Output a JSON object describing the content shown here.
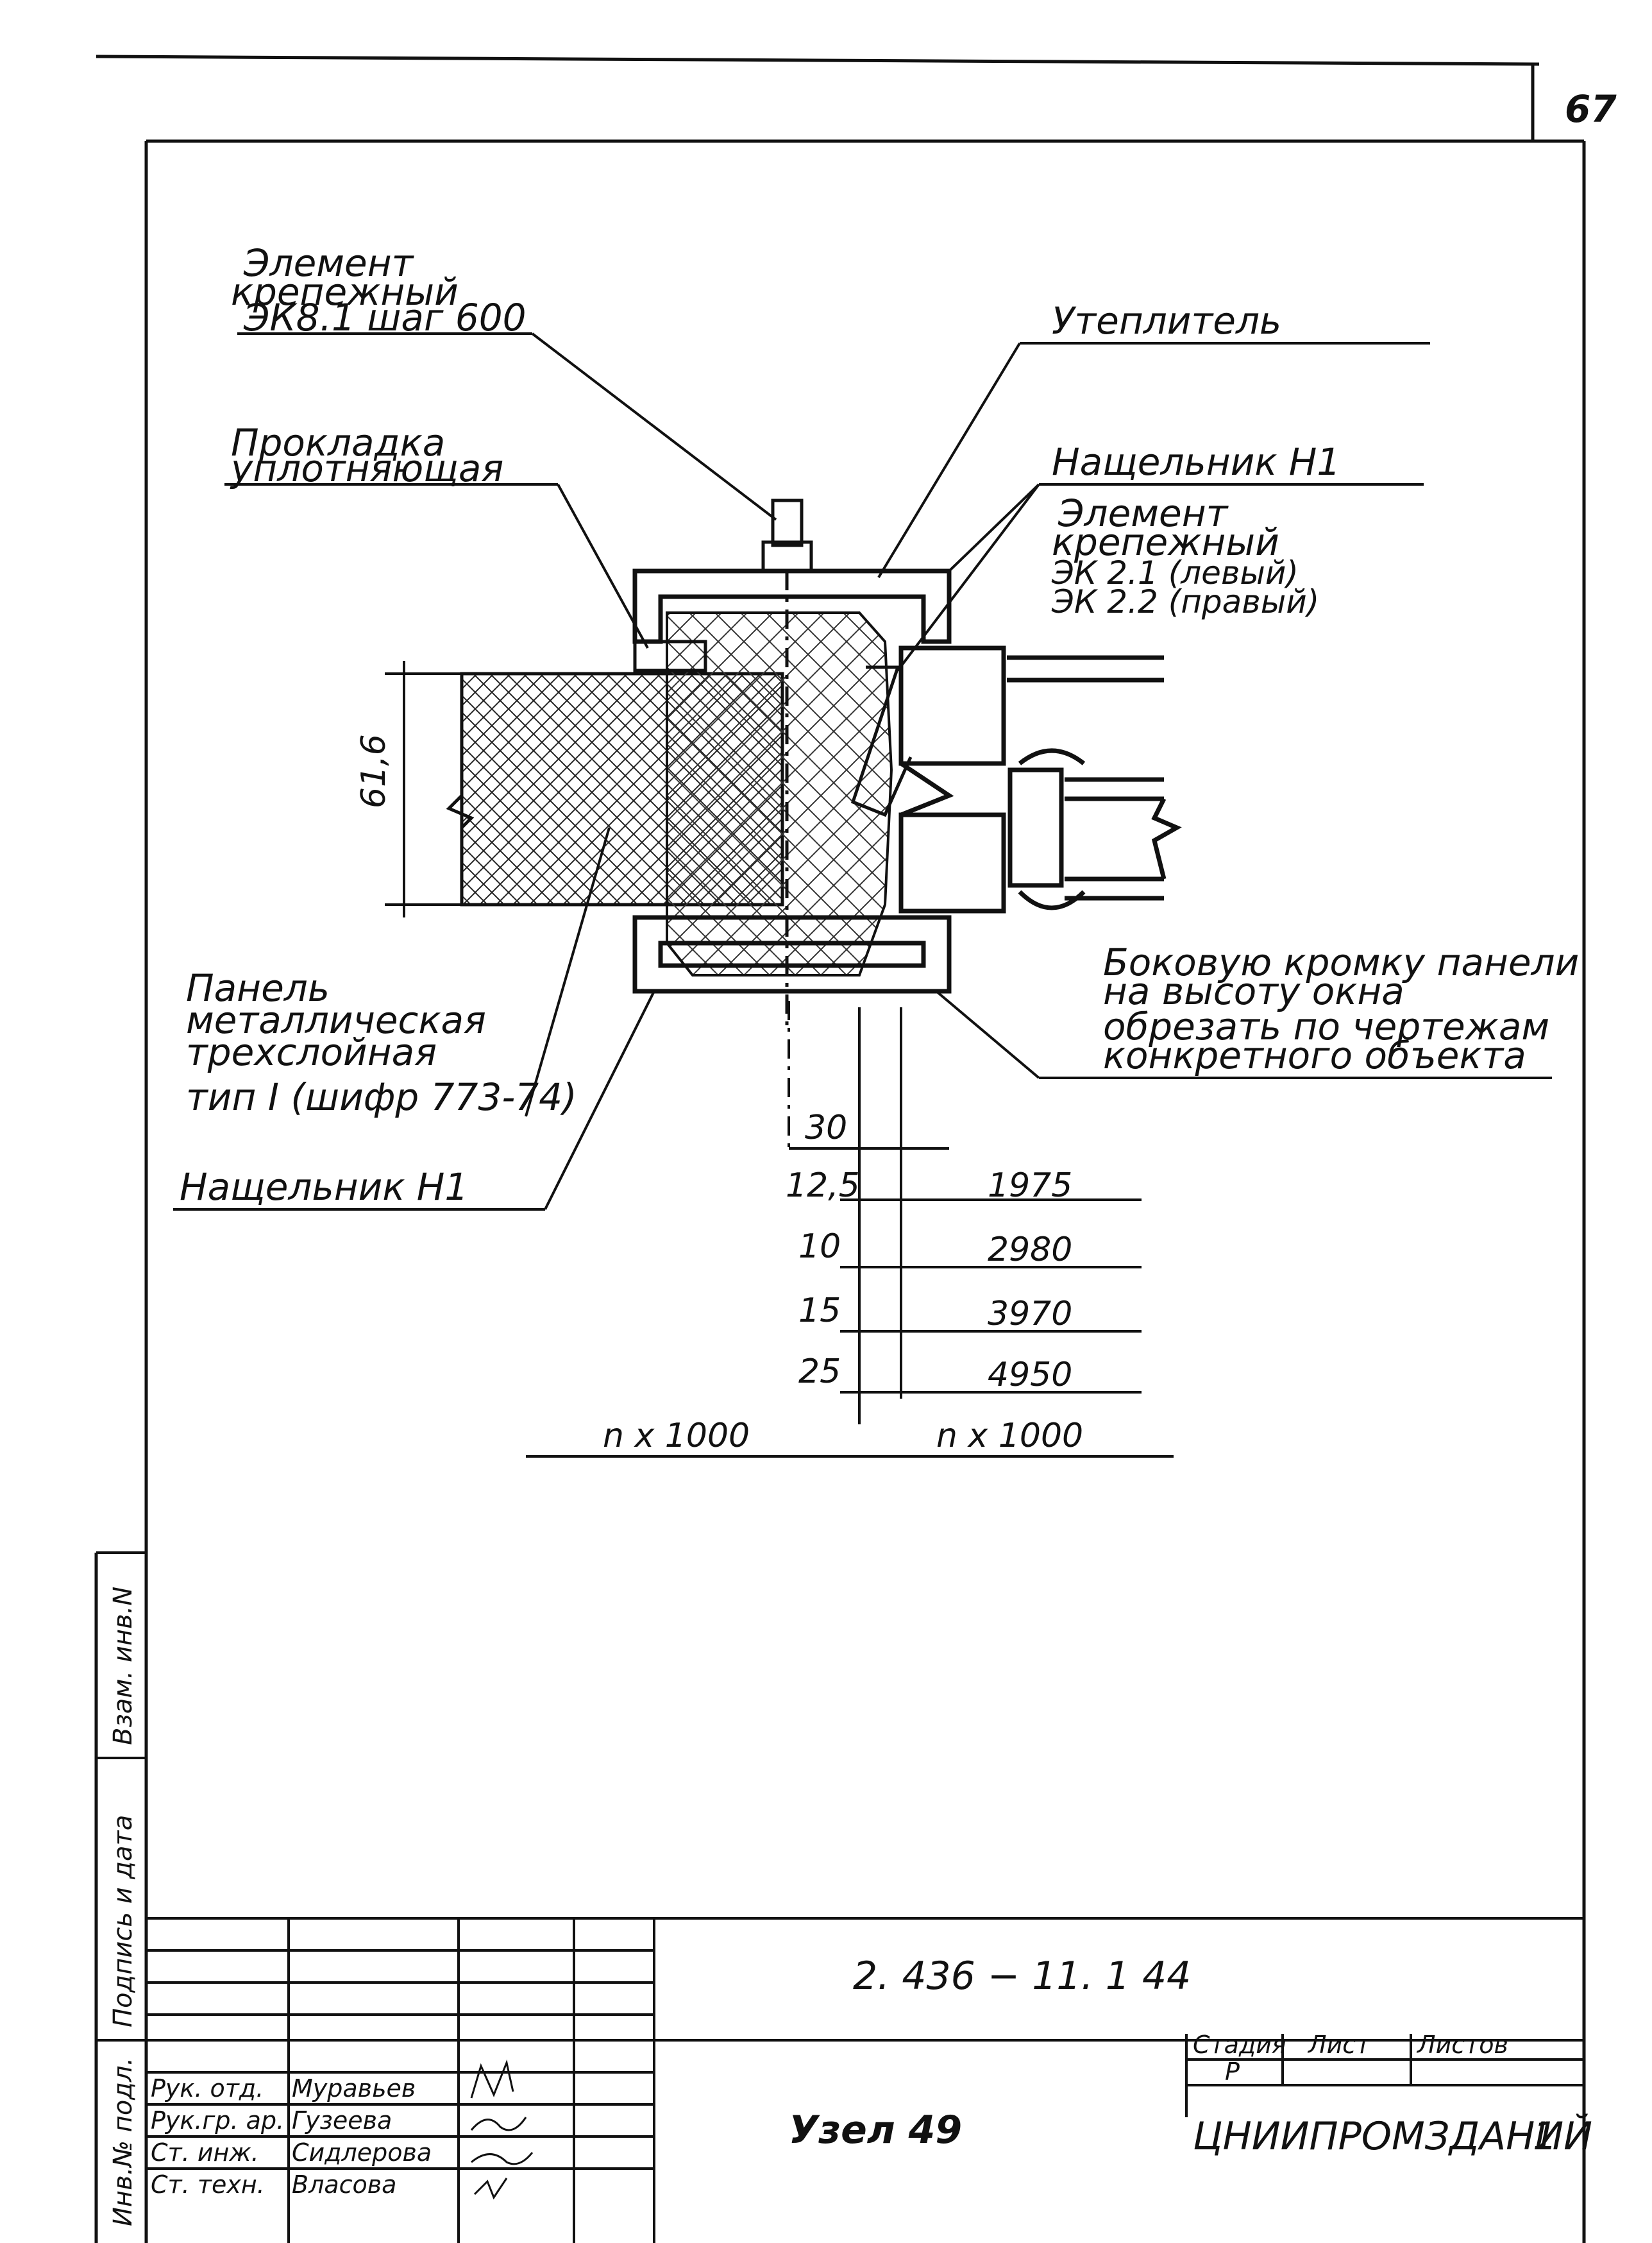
{
  "sheet": {
    "page_number": "67"
  },
  "labels": {
    "fastener_top": [
      "Элемент",
      "крепежный",
      "ЭК8.1 шаг 600"
    ],
    "insulation": "Утеплитель",
    "gasket": [
      "Прокладка",
      "уплотняющая"
    ],
    "batten_top": "Нащельник Н1",
    "fastener_right": [
      "Элемент",
      "крепежный",
      "ЭК 2.1 (левый)",
      "ЭК 2.2 (правый)"
    ],
    "panel": [
      "Панель",
      "металлическая",
      "трехслойная",
      "тип I (шифр 773-74)"
    ],
    "batten_bottom": "Нащельник Н1",
    "note": [
      "Боковую кромку панели",
      "на высоту окна",
      "обрезать по чертежам",
      "конкретного объекта"
    ]
  },
  "dimensions": {
    "thickness": "61,6",
    "offsets": [
      "30",
      "12,5",
      "10",
      "15",
      "25"
    ],
    "values": [
      "1975",
      "2980",
      "3970",
      "4950"
    ],
    "module_left": "n x 1000",
    "module_right": "n x 1000"
  },
  "side_stamp": [
    "Инв.№ подл.",
    "Подпись и дата",
    "Взам. инв.N"
  ],
  "title_block": {
    "doc_code": "2. 436 − 11. 1 44",
    "title": "Узел 49",
    "roles": [
      "Рук. отд.",
      "Рук.гр. ар.",
      "Ст. инж.",
      "Ст. техн."
    ],
    "names": [
      "Муравьев",
      "Гузеева",
      "Сидлерова",
      "Власова"
    ],
    "headers": [
      "Стадия",
      "Лист",
      "Листов"
    ],
    "stage": "Р",
    "organization": "ЦНИИПРОМЗДАНИЙ",
    "sheet_no": "1"
  }
}
